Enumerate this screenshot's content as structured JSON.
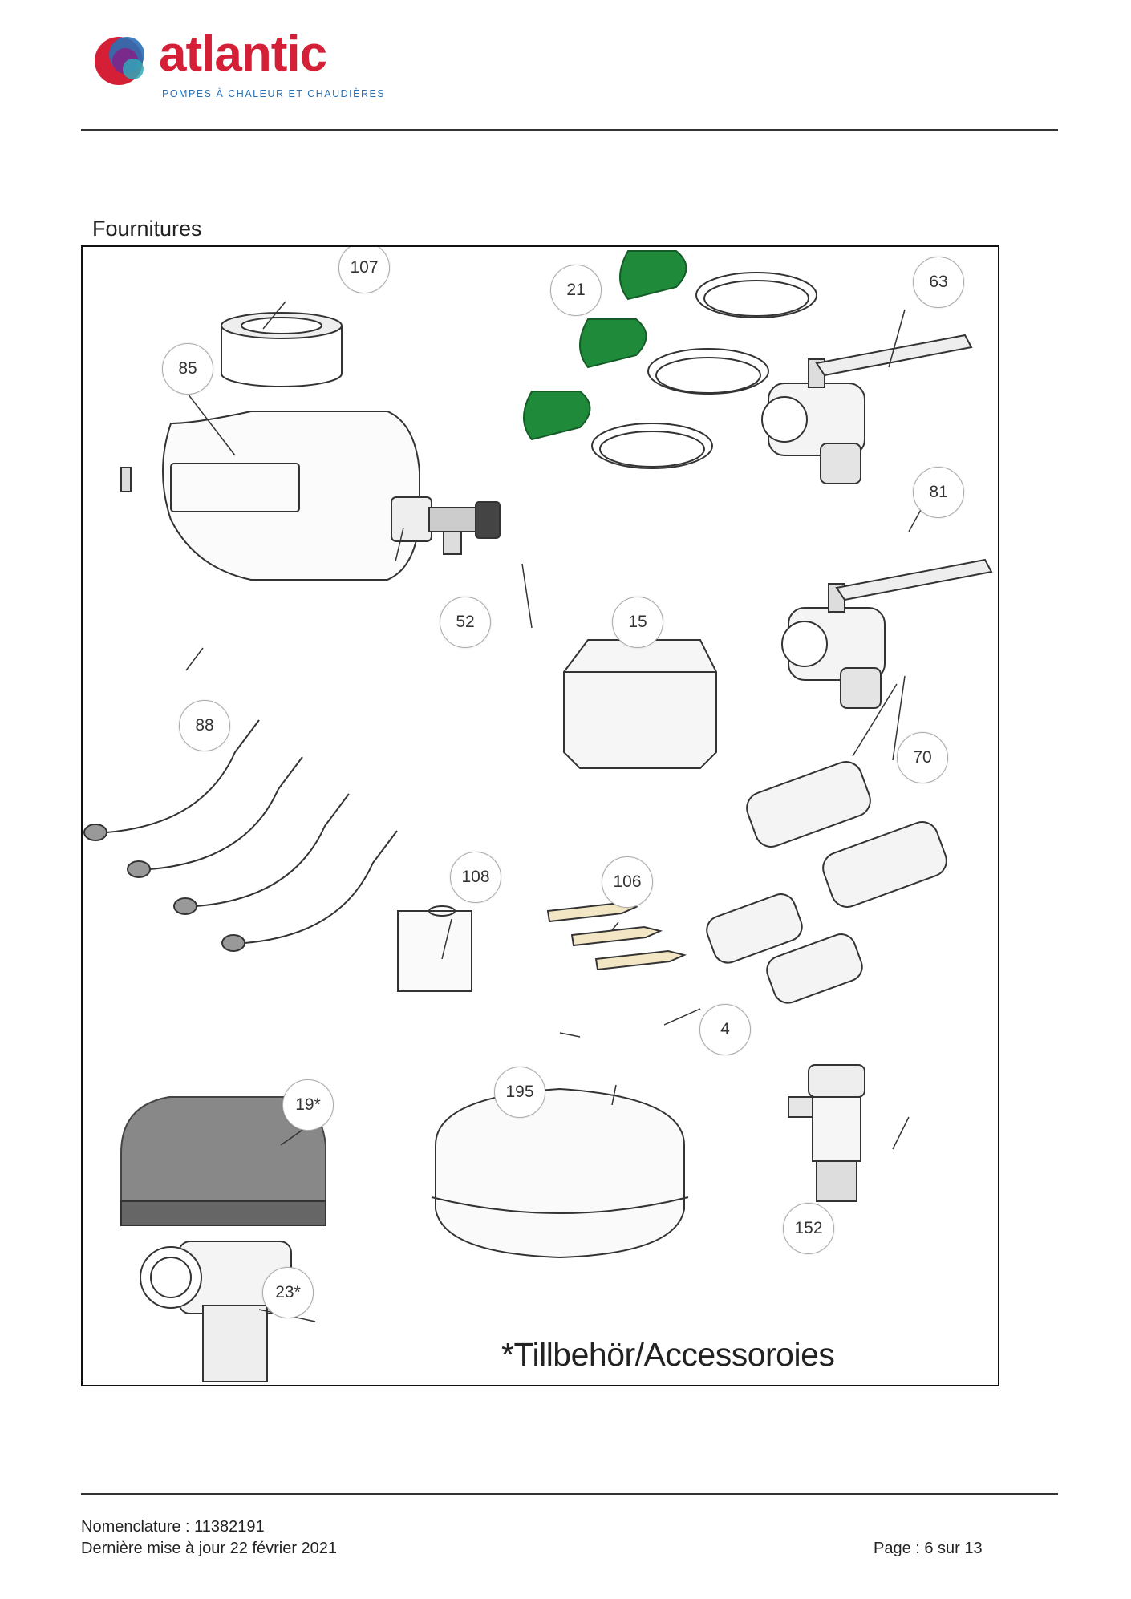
{
  "brand": {
    "name": "atlantic",
    "tagline": "POMPES À CHALEUR ET CHAUDIÈRES",
    "colors": {
      "red": "#d51f36",
      "purple": "#7a2a8a",
      "blue": "#2a6fb5",
      "teal": "#2fa8b8"
    }
  },
  "section_title": "Fournitures",
  "callouts": [
    {
      "id": "107",
      "label": "107"
    },
    {
      "id": "21",
      "label": "21"
    },
    {
      "id": "63",
      "label": "63"
    },
    {
      "id": "85",
      "label": "85"
    },
    {
      "id": "81",
      "label": "81"
    },
    {
      "id": "52",
      "label": "52"
    },
    {
      "id": "15",
      "label": "15"
    },
    {
      "id": "88",
      "label": "88"
    },
    {
      "id": "70",
      "label": "70"
    },
    {
      "id": "108",
      "label": "108"
    },
    {
      "id": "106",
      "label": "106"
    },
    {
      "id": "4",
      "label": "4"
    },
    {
      "id": "19",
      "label": "19*"
    },
    {
      "id": "195",
      "label": "195"
    },
    {
      "id": "152",
      "label": "152"
    },
    {
      "id": "23",
      "label": "23*"
    }
  ],
  "accessories_note": "*Tillbehör/Accessoroies",
  "footer": {
    "nomenclature": "Nomenclature : 11382191",
    "updated": "Dernière mise à jour 22 février 2021",
    "page": "Page : 6 sur 13"
  }
}
